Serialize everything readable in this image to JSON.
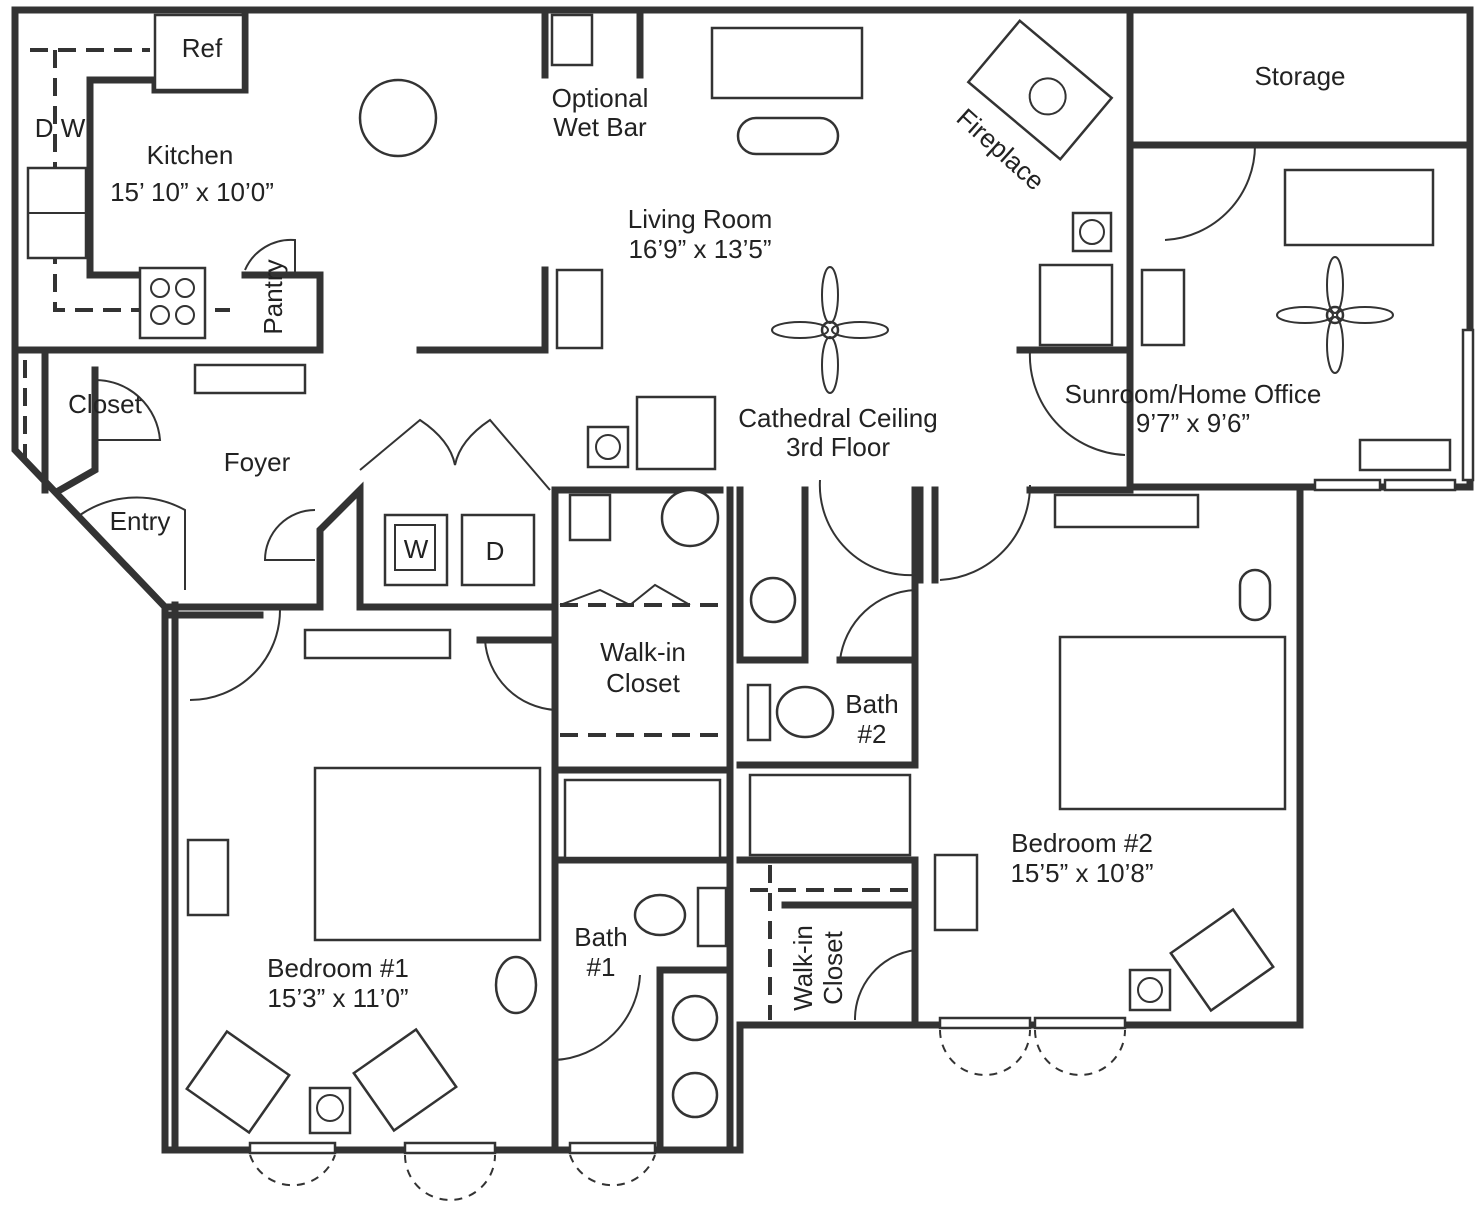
{
  "rooms": {
    "ref": "Ref",
    "dishwasher": "D W",
    "kitchen": {
      "name": "Kitchen",
      "size": "15’ 10” x 10’0”"
    },
    "wet_bar": {
      "line1": "Optional",
      "line2": "Wet Bar"
    },
    "living_room": {
      "name": "Living Room",
      "size": "16’9” x 13’5”"
    },
    "fireplace": "Fireplace",
    "storage": "Storage",
    "sunroom": {
      "name": "Sunroom/Home Office",
      "size": "9’7” x 9’6”"
    },
    "pantry": "Pantry",
    "closet": "Closet",
    "foyer": "Foyer",
    "entry": "Entry",
    "washer": "W",
    "dryer": "D",
    "cathedral": {
      "line1": "Cathedral Ceiling",
      "line2": "3rd Floor"
    },
    "walk_in_closet_1": {
      "line1": "Walk-in",
      "line2": "Closet"
    },
    "bath2": {
      "line1": "Bath",
      "line2": "#2"
    },
    "bedroom2": {
      "name": "Bedroom #2",
      "size": "15’5” x 10’8”"
    },
    "bedroom1": {
      "name": "Bedroom #1",
      "size": "15’3” x 11’0”"
    },
    "bath1": {
      "line1": "Bath",
      "line2": "#1"
    },
    "walk_in_closet_2": {
      "line1": "Walk-in",
      "line2": "Closet"
    }
  }
}
